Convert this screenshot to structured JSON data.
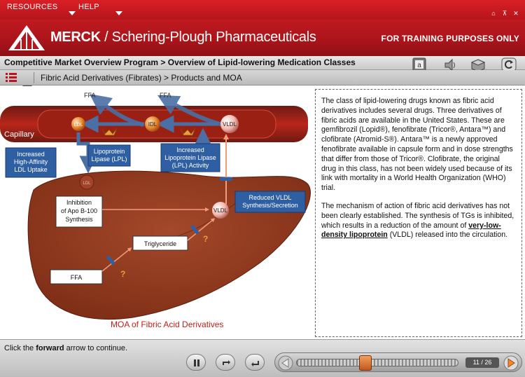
{
  "menu": {
    "resources": "RESOURCES",
    "help": "HELP"
  },
  "brand": {
    "name_bold": "MERCK",
    "name_rest": " / Schering-Plough Pharmaceuticals",
    "training": "FOR TRAINING PURPOSES ONLY"
  },
  "header": {
    "title": "Competitive Market Overview Program > Overview of Lipid-lowering Medication Classes"
  },
  "subheader": {
    "title": "Fibric Acid Derivatives (Fibrates) > Products and MOA"
  },
  "diagram": {
    "capillary": "Capillary",
    "ffa_top_1": "FFA",
    "ffa_top_2": "FFA",
    "ldl": "LDL",
    "idl": "IDL",
    "vldl_top": "VLDL",
    "vldl_liver": "VLDL",
    "ldl_liver": "LDL",
    "box_uptake": "Increased High-Affinity LDL Uptake",
    "box_lpl": "Lipoprotein Lipase (LPL)",
    "box_lpl_activity": "Increased Lipoprotein Lipase (LPL) Activity",
    "box_reduced": "Reduced VLDL Synthesis/Secretion",
    "box_apo": "Inhibition of Apo B-100 Synthesis",
    "box_trig": "Triglyceride",
    "box_ffa": "FFA",
    "q1": "?",
    "q2": "?",
    "caption": "MOA of Fibric Acid Derivatives"
  },
  "text": {
    "p1": "The class of lipid-lowering drugs known as fibric acid derivatives includes several drugs. Three derivatives of fibric acids are available in the United States. These are gemfibrozil (Lopid®), fenofibrate (Tricor®, Antara™) and clofibrate (Atromid-S®). Antara™ is a newly approved fenofibrate available in capsule form and in dose strengths that differ from those of Tricor®.  Clofibrate, the original drug in this class, has not been widely used because of its link with mortality in a World Health Organization (WHO) trial.",
    "p2_a": "The mechanism of action of fibric acid derivatives has not been clearly established. The synthesis of TGs is inhibited, which results in a reduction of the amount of ",
    "p2_link": "very-low-density lipoprotein",
    "p2_b": " (VLDL) released into the circulation."
  },
  "footer": {
    "instruction_a": "Click the ",
    "instruction_bold": "forward",
    "instruction_b": " arrow to continue.",
    "counter": "11 / 26"
  },
  "progress": 0.42,
  "colors": {
    "brand_red": "#b5151b",
    "liver": "#8f3a1f",
    "arrow_blue": "#4a6fa5",
    "box_blue": "#2f5fa3"
  }
}
